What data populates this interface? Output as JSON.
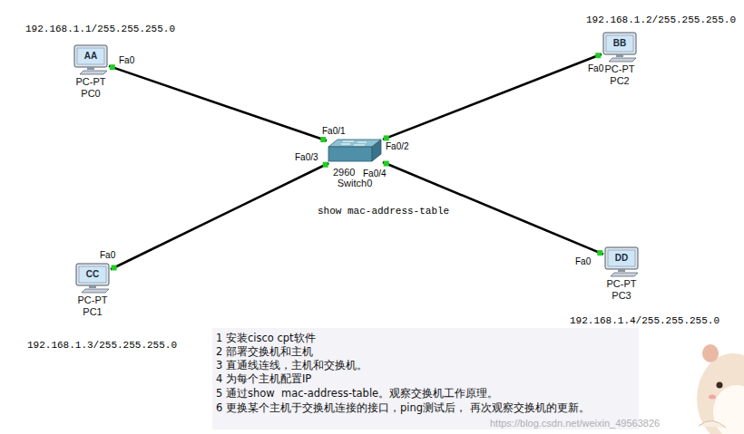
{
  "diagram": {
    "nodes": [
      {
        "text": [
          "AA",
          "PC-PT",
          "PC0"
        ]
      },
      {
        "text": [
          "BB",
          "PC-PT",
          "PC2"
        ]
      },
      {
        "text": [
          "2960",
          "Switch0"
        ]
      },
      {
        "text": [
          "CC",
          "PC-PT",
          "PC1"
        ]
      },
      {
        "text": [
          "DD",
          "PC-PT",
          "PC3"
        ]
      }
    ],
    "edges": [
      {
        "from": 0,
        "to": 2,
        "arrow": "none"
      },
      {
        "from": 1,
        "to": 2,
        "arrow": "none"
      },
      {
        "from": 3,
        "to": 2,
        "arrow": "none"
      },
      {
        "from": 4,
        "to": 2,
        "arrow": "none"
      }
    ],
    "labels": [
      "192.168.1.1/255.255.255.0",
      "192.168.1.2/255.255.255.0",
      "Fa0",
      "Fa0",
      "Fa0/1",
      "Fa0/2",
      "Fa0/3",
      "Fa0/4",
      "show mac-address-table",
      "Fa0",
      "Fa0",
      "192.168.1.4/255.255.255.0",
      "192.168.1.3/255.255.255.0",
      "1 安装cisco cpt软件",
      "2 部署交换机和主机",
      "3 直通线连线，主机和交换机。",
      "4 为每个主机配置IP",
      "5 通过show  mac-address-table。观察交换机工作原理。",
      "6 更换某个主机于交换机连接的接口，ping测试后， 再次观察交换机的更新。",
      "https://blog.csdn.net/weixin_49563826"
    ]
  }
}
